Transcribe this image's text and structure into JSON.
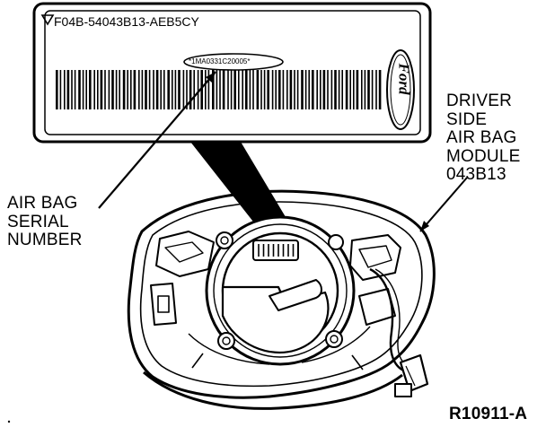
{
  "label_card": {
    "part_number": "F04B-54043B13-AEB5CY",
    "serial_number": "*1MA0331C20005*",
    "brand": "Ford"
  },
  "callouts": {
    "serial_label": [
      "AIR BAG",
      "SERIAL",
      "NUMBER"
    ],
    "module_label": [
      "DRIVER",
      "SIDE",
      "AIR BAG",
      "MODULE",
      "043B13"
    ]
  },
  "figure_id": "R10911-A"
}
